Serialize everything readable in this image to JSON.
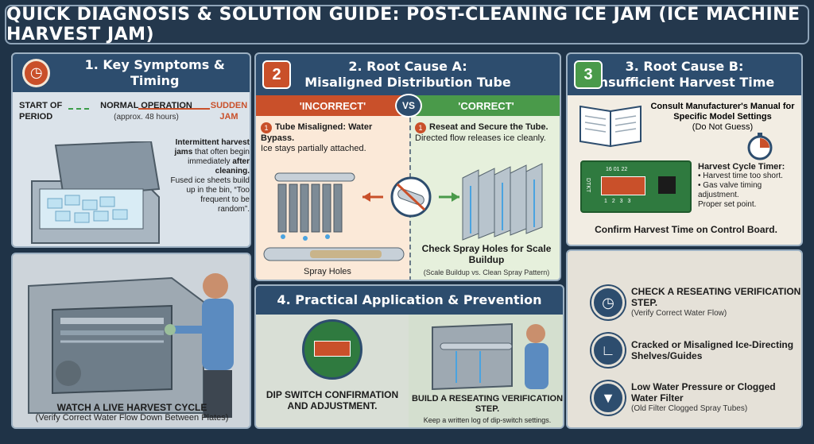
{
  "title": "QUICK DIAGNOSIS & SOLUTION GUIDE: POST-CLEANING ICE JAM (ICE MACHINE HARVEST JAM)",
  "panel1": {
    "heading": "1. Key Symptoms & Timing",
    "timeline": {
      "start": "START OF PERIOD",
      "normal": "NORMAL OPERATION",
      "normal_sub": "(approx. 48 hours)",
      "end": "SUDDEN JAM"
    },
    "text_bold1": "Intermittent harvest jams",
    "text_plain1": " that often begin immediately ",
    "text_bold2": "after cleaning.",
    "text_plain2": "Fused ice sheets build up in the bin, “Too frequent to be random”."
  },
  "panel1b": {
    "caption": "WATCH A LIVE HARVEST CYCLE",
    "subcaption": "(Verify Correct Water Flow Down Between Plates)"
  },
  "panel2": {
    "badge": "2",
    "heading_line1": "2. Root Cause A:",
    "heading_line2": "Misaligned Distribution Tube",
    "incorrect": "'INCORRECT'",
    "vs": "VS",
    "correct": "'CORRECT'",
    "left_step_num": "1",
    "left_step_title": "Tube Misaligned: Water Bypass.",
    "left_step_desc": "Ice stays partially attached.",
    "right_step_num": "1",
    "right_step_title": "Reseat and Secure the Tube.",
    "right_step_desc": "Directed flow releases ice cleanly.",
    "spray_holes": "Spray Holes",
    "check_title": "Check Spray Holes for Scale Buildup",
    "check_sub": "(Scale Buildup vs. Clean Spray Pattern)"
  },
  "panel3": {
    "badge": "3",
    "heading_line1": "3. Root Cause B:",
    "heading_line2": "Insufficient Harvest Time",
    "manual_title": "Consult Manufacturer's Manual for Specific Model Settings",
    "manual_sub": "(Do Not Guess)",
    "board_label": "16 01 22",
    "board_nums": "1 2 3 3",
    "board_side": "DTKT",
    "timer_title": "Harvest Cycle Timer:",
    "timer_items": [
      "• Harvest time too short.",
      "• Gas valve timing adjustment.",
      "  Proper set point."
    ],
    "confirm": "Confirm Harvest Time on Control Board."
  },
  "panel3b": {
    "tips": [
      {
        "title": "CHECK A RESEATING VERIFICATION STEP.",
        "sub": "(Verify Correct Water Flow)"
      },
      {
        "title": "Cracked or Misaligned Ice-Directing Shelves/Guides",
        "sub": ""
      },
      {
        "title": "Low Water Pressure or Clogged Water Filter",
        "sub": "(Old Filter Clogged Spray Tubes)"
      }
    ]
  },
  "panel4": {
    "heading": "4. Practical Application & Prevention",
    "dip_label": "DIP SWITCH CONFIRMATION AND ADJUSTMENT.",
    "build_label": "BUILD A RESEATING VERIFICATION STEP.",
    "build_sub": "Keep a written log of dip-switch settings."
  },
  "colors": {
    "navy": "#2d4d6e",
    "orange": "#c9502a",
    "green": "#4a9a4a"
  }
}
